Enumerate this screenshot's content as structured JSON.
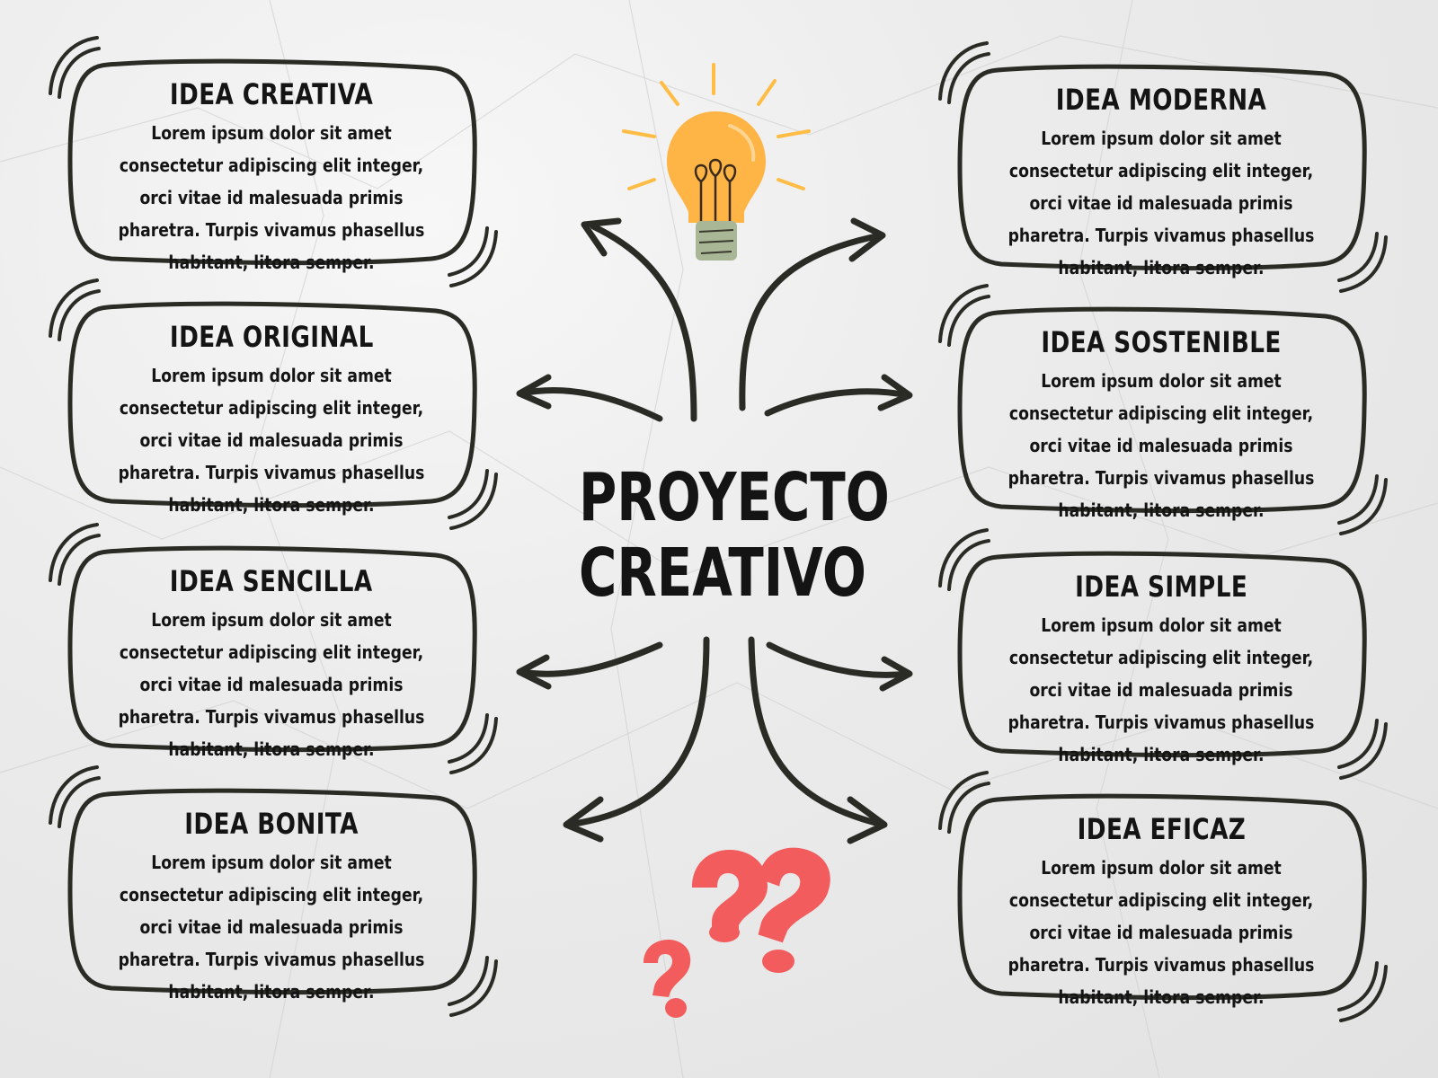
{
  "title_line1": "PROYECTO",
  "title_line2": "CREATIVO",
  "cards_left": [
    {
      "title": "IDEA CREATIVA",
      "text": "Lorem ipsum dolor sit amet consectetur adipiscing elit integer, orci vitae id malesuada primis pharetra. Turpis vivamus phasellus habitant, litora semper."
    },
    {
      "title": "IDEA ORIGINAL",
      "text": "Lorem ipsum dolor sit amet consectetur adipiscing elit integer, orci vitae id malesuada primis pharetra. Turpis vivamus phasellus habitant, litora semper."
    },
    {
      "title": "IDEA SENCILLA",
      "text": "Lorem ipsum dolor sit amet consectetur adipiscing elit integer, orci vitae id malesuada primis pharetra. Turpis vivamus phasellus habitant, litora semper."
    },
    {
      "title": "IDEA BONITA",
      "text": "Lorem ipsum dolor sit amet consectetur adipiscing elit integer, orci vitae id malesuada primis pharetra. Turpis vivamus phasellus habitant, litora semper."
    }
  ],
  "cards_right": [
    {
      "title": "IDEA MODERNA",
      "text": "Lorem ipsum dolor sit amet consectetur adipiscing elit integer, orci vitae id malesuada primis pharetra. Turpis vivamus phasellus habitant, litora semper."
    },
    {
      "title": "IDEA SOSTENIBLE",
      "text": "Lorem ipsum dolor sit amet consectetur adipiscing elit integer, orci vitae id malesuada primis pharetra. Turpis vivamus phasellus habitant, litora semper."
    },
    {
      "title": "IDEA SIMPLE",
      "text": "Lorem ipsum dolor sit amet consectetur adipiscing elit integer, orci vitae id malesuada primis pharetra. Turpis vivamus phasellus habitant, litora semper."
    },
    {
      "title": "IDEA EFICAZ",
      "text": "Lorem ipsum dolor sit amet consectetur adipiscing elit integer, orci vitae id malesuada primis pharetra. Turpis vivamus phasellus habitant, litora semper."
    }
  ],
  "icons": {
    "top": "lightbulb-icon",
    "bottom": "question-marks-icon"
  },
  "colors": {
    "ink": "#2b2b26",
    "bulb": "#ffb446",
    "bulb_rays": "#ffbd45",
    "bulb_base": "#a9b796",
    "question_marks": "#f25c5c"
  }
}
